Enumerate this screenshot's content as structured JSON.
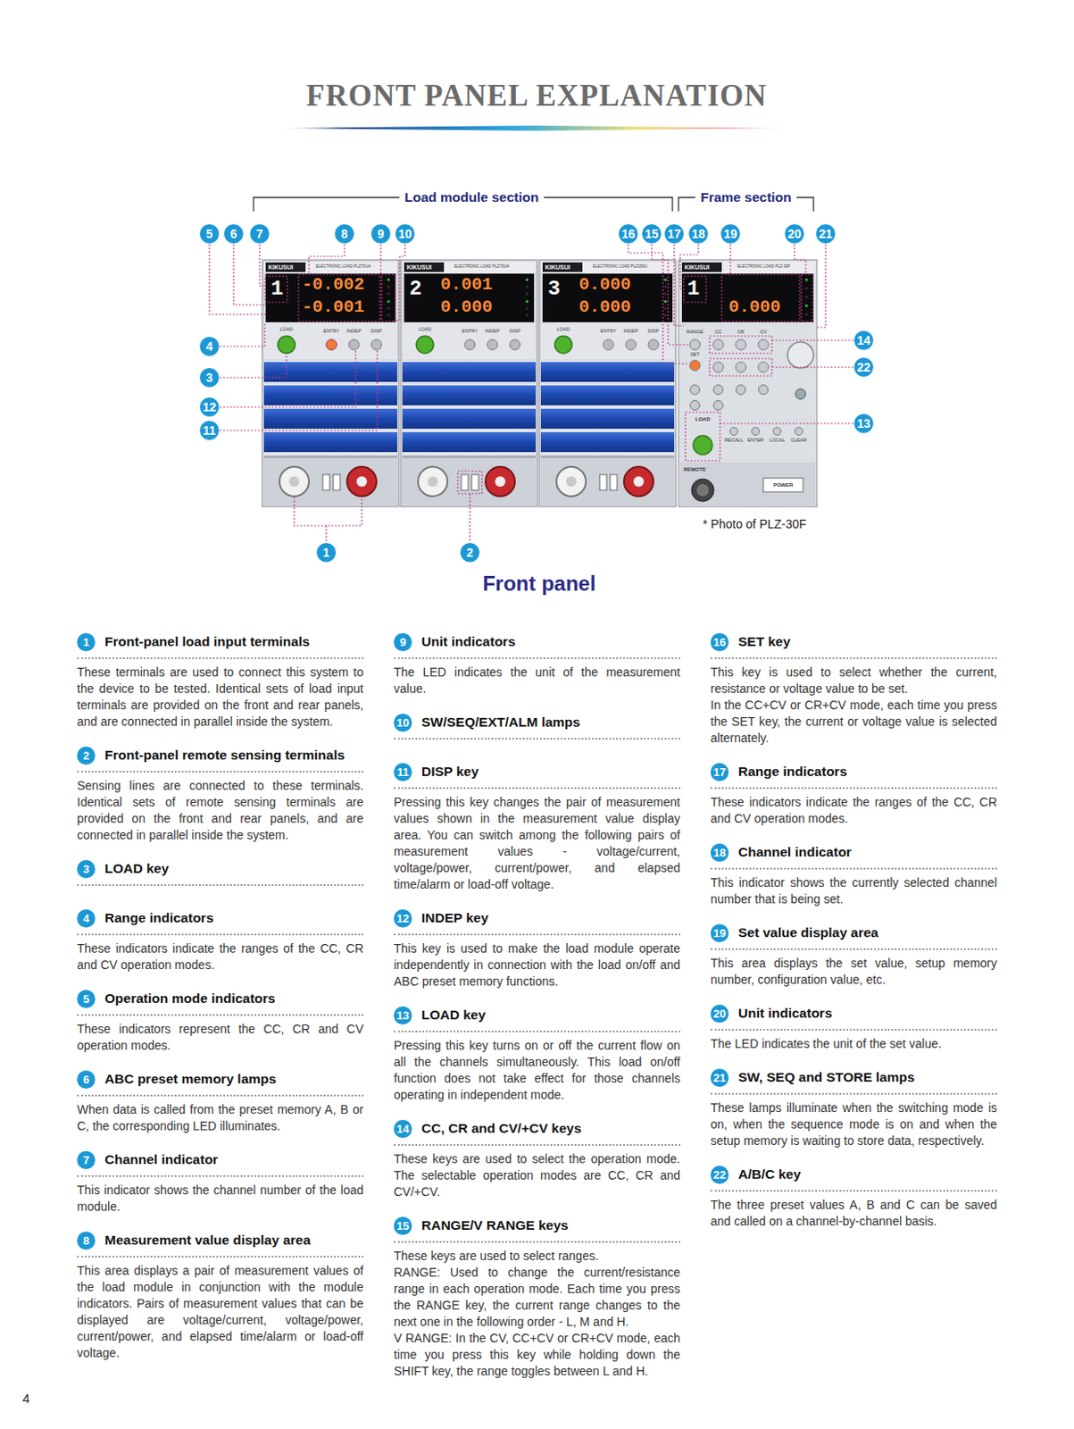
{
  "diagram": {
    "title": "FRONT PANEL EXPLANATION",
    "caption": "Front panel",
    "nodes": [
      {
        "text": [
          "5"
        ]
      },
      {
        "text": [
          "6"
        ]
      },
      {
        "text": [
          "7"
        ]
      },
      {
        "text": [
          "8"
        ]
      },
      {
        "text": [
          "9"
        ]
      },
      {
        "text": [
          "10"
        ]
      },
      {
        "text": [
          "16"
        ]
      },
      {
        "text": [
          "15"
        ]
      },
      {
        "text": [
          "17"
        ]
      },
      {
        "text": [
          "18"
        ]
      },
      {
        "text": [
          "19"
        ]
      },
      {
        "text": [
          "20"
        ]
      },
      {
        "text": [
          "21"
        ]
      },
      {
        "text": [
          "14"
        ]
      },
      {
        "text": [
          "4"
        ]
      },
      {
        "text": [
          "22"
        ]
      },
      {
        "text": [
          "3"
        ]
      },
      {
        "text": [
          "12"
        ]
      },
      {
        "text": [
          "13"
        ]
      },
      {
        "text": [
          "11"
        ]
      },
      {
        "text": [
          "1"
        ]
      },
      {
        "text": [
          "2"
        ]
      },
      {
        "text": [
          "1"
        ]
      },
      {
        "text": [
          "2"
        ]
      },
      {
        "text": [
          "3"
        ]
      },
      {
        "text": [
          "4"
        ]
      },
      {
        "text": [
          "5"
        ]
      },
      {
        "text": [
          "6"
        ]
      },
      {
        "text": [
          "7"
        ]
      },
      {
        "text": [
          "8"
        ]
      },
      {
        "text": [
          "9"
        ]
      },
      {
        "text": [
          "10"
        ]
      },
      {
        "text": [
          "11"
        ]
      },
      {
        "text": [
          "12"
        ]
      },
      {
        "text": [
          "13"
        ]
      },
      {
        "text": [
          "14"
        ]
      },
      {
        "text": [
          "15"
        ]
      },
      {
        "text": [
          "16"
        ]
      },
      {
        "text": [
          "17"
        ]
      },
      {
        "text": [
          "18"
        ]
      },
      {
        "text": [
          "19"
        ]
      },
      {
        "text": [
          "20"
        ]
      },
      {
        "text": [
          "21"
        ]
      },
      {
        "text": [
          "22"
        ]
      }
    ],
    "labels": [
      "KIKUSUI",
      "ELECTRONIC LOAD PLZ70UA",
      "1",
      "-0.002",
      "-0.001",
      "LOAD",
      "ENTRY",
      "INDEP",
      "DISP",
      "KIKUSUI",
      "ELECTRONIC LOAD PLZ70UA",
      "2",
      "0.001",
      "0.000",
      "LOAD",
      "ENTRY",
      "INDEP",
      "DISP",
      "KIKUSUI",
      "ELECTRONIC LOAD PLZ150U",
      "3",
      "0.000",
      "0.000",
      "LOAD",
      "ENTRY",
      "INDEP",
      "DISP",
      "KIKUSUI",
      "ELECTRONIC LOAD PLZ-30F",
      "1",
      "0.000",
      "RANGE",
      "SET",
      "CC",
      "CR",
      "CV",
      "LOAD",
      "RECALL",
      "ENTER",
      "LOCAL",
      "CLEAR",
      "REMOTE",
      "POWER",
      "Load module section",
      "Frame section",
      "* Photo of PLZ-30F",
      "Front-panel load input terminals",
      "These terminals are used to connect this system to the device to be tested. Identical sets of load input terminals are provided on the front and rear panels, and are connected in parallel inside the system.",
      "Front-panel remote sensing terminals",
      "Sensing lines are connected to these terminals. Identical sets of remote sensing terminals are provided on the front and rear panels, and are connected in parallel inside the system.",
      "LOAD key",
      "Range indicators",
      "These indicators indicate the ranges of the CC, CR and CV operation modes.",
      "Operation mode indicators",
      "These indicators represent the CC, CR and CV operation modes.",
      "ABC preset memory lamps",
      "When data is called from the preset memory A, B or C, the corresponding LED illuminates.",
      "Channel indicator",
      "This indicator shows the channel number of the load module.",
      "Measurement value display area",
      "This area displays a pair of measurement values of the load module in conjunction with the module indicators. Pairs of measurement values that can be displayed are voltage/current, voltage/power, current/power, and elapsed time/alarm or load-off voltage.",
      "Unit indicators",
      "The LED indicates the unit of the measurement value.",
      "SW/SEQ/EXT/ALM lamps",
      "DISP key",
      "Pressing this key changes the pair of measurement values shown in the measurement value display area. You can switch among the following pairs of measurement values - voltage/current, voltage/power, current/power, and elapsed time/alarm or load-off voltage.",
      "INDEP key",
      "This key is used to make the load module operate independently in connection with the load on/off and ABC preset memory functions.",
      "LOAD key",
      "Pressing this key turns on or off the current flow on all the channels simultaneously. This load on/off function does not take effect for those channels operating in independent mode.",
      "CC, CR and CV/+CV keys",
      "These keys are used to select the operation mode. The selectable operation modes are CC, CR and CV/+CV.",
      "RANGE/V RANGE keys",
      "These keys are used to select ranges.",
      "RANGE: Used to change the current/resistance range in each operation mode. Each time you press the RANGE key, the current range changes to the next one in the following order - L, M and H.",
      "V RANGE: In the CV, CC+CV or CR+CV mode, each time you press this key while holding down the SHIFT key, the range toggles between L and H.",
      "SET key",
      "This key is used to select whether the current, resistance or voltage value to be set.",
      "In the CC+CV or CR+CV mode, each time you press the SET key, the current or voltage value is selected alternately.",
      "Range indicators",
      "These indicators indicate the ranges of the CC, CR and CV operation modes.",
      "Channel indicator",
      "This indicator shows the currently selected channel number that is being set.",
      "Set value display area",
      "This area displays the set value, setup memory number, configuration value, etc.",
      "Unit indicators",
      "The LED indicates the unit of the set value.",
      "SW, SEQ and STORE lamps",
      "These lamps illuminate when the switching mode is on, when the sequence mode is on and when the setup memory is waiting to store data, respectively.",
      "A/B/C key",
      "The three preset values A, B and C can be saved and called on a channel-by-channel basis.",
      "4"
    ]
  }
}
